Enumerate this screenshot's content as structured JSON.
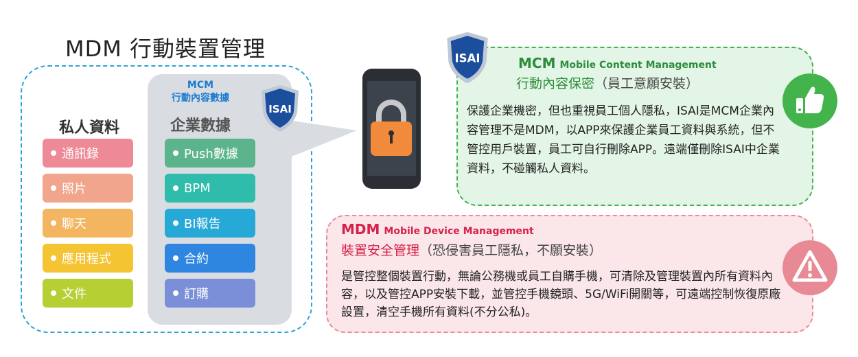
{
  "title": "MDM  行動裝置管理",
  "personal": {
    "heading": "私人資料",
    "items": [
      {
        "label": "通訊錄",
        "color": "#ee8a98"
      },
      {
        "label": "照片",
        "color": "#f0a58c"
      },
      {
        "label": "聊天",
        "color": "#f4b561"
      },
      {
        "label": "應用程式",
        "color": "#f5c433"
      },
      {
        "label": "文件",
        "color": "#b6cf32"
      }
    ]
  },
  "enterprise": {
    "mcm_label": "MCM",
    "mcm_cn": "行動內容數據",
    "heading": "企業數據",
    "items": [
      {
        "label": "Push數據",
        "color": "#5bb48c"
      },
      {
        "label": "BPM",
        "color": "#2fbcab"
      },
      {
        "label": "BI報告",
        "color": "#27a9d8"
      },
      {
        "label": "合約",
        "color": "#2f86e0"
      },
      {
        "label": "訂購",
        "color": "#7b8ed8"
      }
    ]
  },
  "badge": {
    "text": "ISAI",
    "color": "#1b4f9e"
  },
  "mcm": {
    "abbr": "MCM",
    "full": "Mobile Content Management",
    "cn": "行動內容保密",
    "note": "（員工意願安裝）",
    "description": "保護企業機密，但也重視員工個人隱私，ISAI是MCM企業內容管理不是MDM，以APP來保護企業員工資料與系統，但不管控用戶裝置，員工可自行刪除APP。遠端僅刪除ISAI中企業資料，不碰觸私人資料。",
    "accent": "#45b24e",
    "icon": "thumbs-up-icon"
  },
  "mdm": {
    "abbr": "MDM",
    "full": "Mobile Device Management",
    "cn": "裝置安全管理",
    "note": "（恐侵害員工隱私，不願安裝）",
    "description": "是管控整個裝置行動，無論公務機或員工自購手機，可清除及管理裝置內所有資料內容，以及管控APP安裝下載，並管控手機鏡頭、5G/WiFi開關等，可遠端控制恢復原廠設置，清空手機所有資料(不分公私)。",
    "accent": "#d6224a",
    "icon": "warning-icon"
  }
}
